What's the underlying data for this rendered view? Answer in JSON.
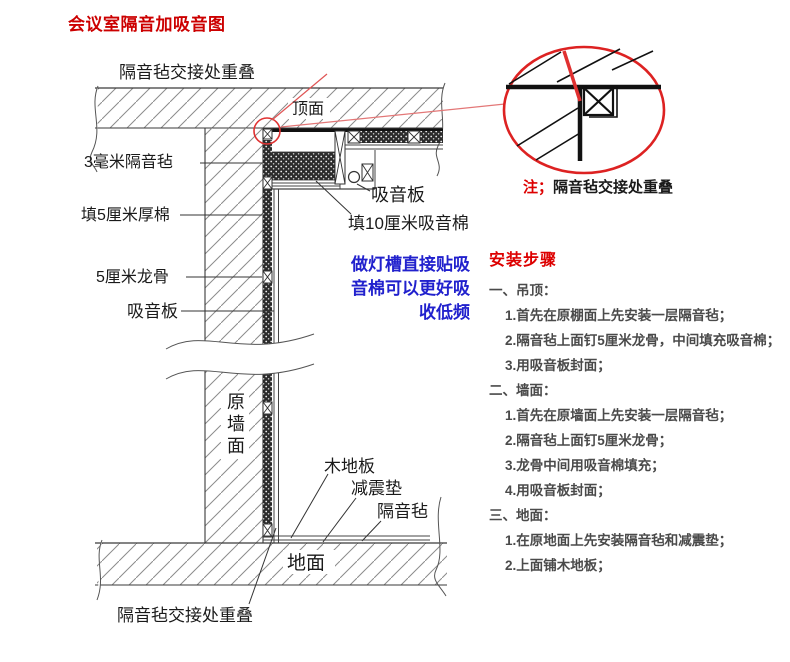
{
  "title": "会议室隔音加吸音图",
  "diagram": {
    "labels": {
      "overlap_top": "隔音毡交接处重叠",
      "felt_3mm": "3毫米隔音毡",
      "cotton_5cm": "填5厘米厚棉",
      "keel_5cm": "5厘米龙骨",
      "absorb_panel_left": "吸音板",
      "ceiling_surface": "顶面",
      "absorb_panel_ceiling": "吸音板",
      "cotton_10cm": "填10厘米吸音棉",
      "original_wall": "原墙面",
      "wood_floor": "木地板",
      "damping_pad": "减震垫",
      "sound_felt": "隔音毡",
      "ground_surface": "地面",
      "overlap_bottom": "隔音毡交接处重叠"
    },
    "blue_note_lines": [
      "做灯槽直接贴吸",
      "音棉可以更好吸",
      "收低频"
    ],
    "note": {
      "prefix": "注；",
      "text": "隔音毡交接处重叠"
    }
  },
  "steps": {
    "heading": "安装步骤",
    "sections": [
      {
        "title": "一、吊顶：",
        "items": [
          "1.首先在原棚面上先安装一层隔音毡；",
          "2.隔音毡上面钉5厘米龙骨，中间填充吸音棉；",
          "3.用吸音板封面；"
        ]
      },
      {
        "title": "二、墙面：",
        "items": [
          "1.首先在原墙面上先安装一层隔音毡；",
          "2.隔音毡上面钉5厘米龙骨；",
          "3.龙骨中间用吸音棉填充；",
          "4.用吸音板封面；"
        ]
      },
      {
        "title": "三、地面：",
        "items": [
          "1.在原地面上先安装隔音毡和减震垫；",
          "2.上面铺木地板；"
        ]
      }
    ]
  },
  "colors": {
    "accent_red": "#cc0000",
    "note_blue": "#2121cd"
  }
}
